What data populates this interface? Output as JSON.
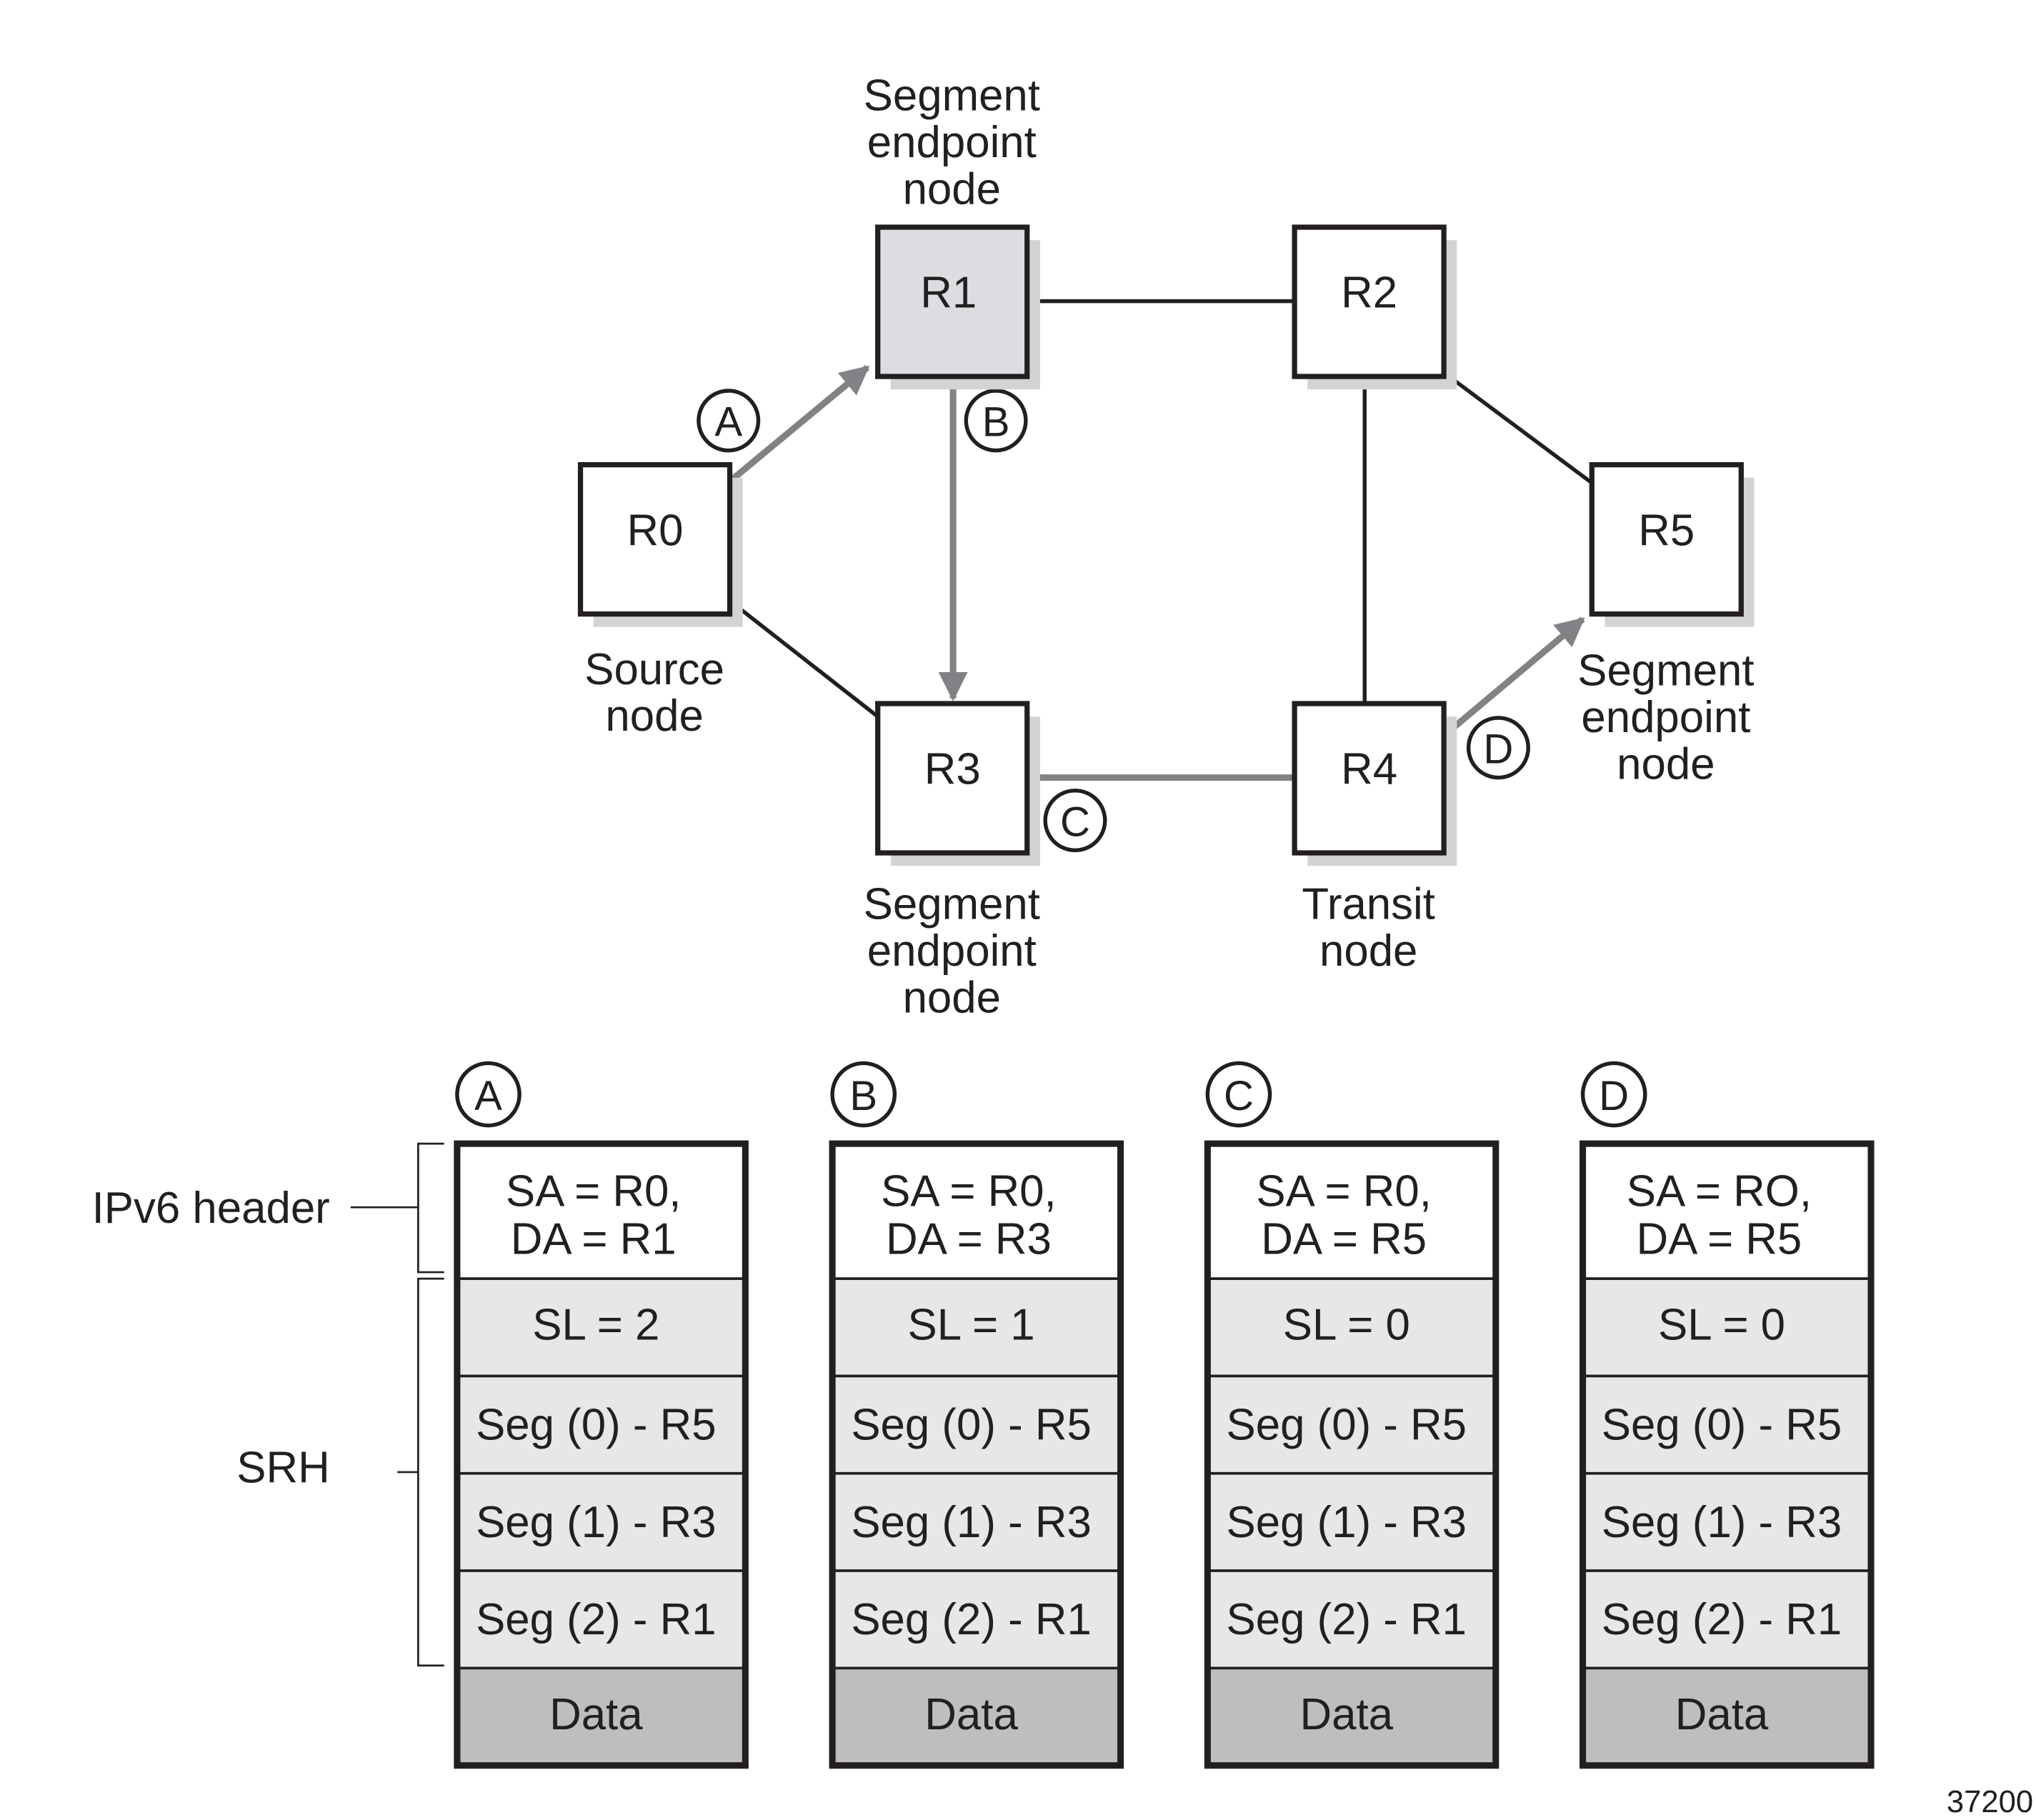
{
  "colors": {
    "line": "#231f20",
    "path": "#808285",
    "shadow": "#d1d3d4",
    "highlight": "#dcdde0",
    "srh": "#e6e7e8",
    "data": "#bcbec0"
  },
  "nodes": [
    {
      "id": "R0",
      "label": "R0",
      "highlighted": false
    },
    {
      "id": "R1",
      "label": "R1",
      "highlighted": true
    },
    {
      "id": "R2",
      "label": "R2",
      "highlighted": false
    },
    {
      "id": "R3",
      "label": "R3",
      "highlighted": false
    },
    {
      "id": "R4",
      "label": "R4",
      "highlighted": false
    },
    {
      "id": "R5",
      "label": "R5",
      "highlighted": false
    }
  ],
  "node_labels": {
    "r1": [
      "Segment",
      "endpoint",
      "node"
    ],
    "r0": [
      "Source",
      "node"
    ],
    "r3": [
      "Segment",
      "endpoint",
      "node"
    ],
    "r4": [
      "Transit",
      "node"
    ],
    "r5": [
      "Segment",
      "endpoint",
      "node"
    ]
  },
  "links": [
    [
      "R1",
      "R2"
    ],
    [
      "R2",
      "R5"
    ],
    [
      "R2",
      "R4"
    ],
    [
      "R0",
      "R3"
    ]
  ],
  "path_hops": [
    {
      "marker": "A",
      "from": "R0",
      "to": "R1"
    },
    {
      "marker": "B",
      "from": "R1",
      "to": "R3"
    },
    {
      "marker": "C",
      "from": "R3",
      "to": "R4"
    },
    {
      "marker": "D",
      "from": "R4",
      "to": "R5"
    }
  ],
  "side_labels": {
    "ipv6": "IPv6 header",
    "srh": "SRH"
  },
  "packets": [
    {
      "marker": "A",
      "header": [
        "SA = R0,",
        "DA = R1"
      ],
      "sl": "SL = 2",
      "segs": [
        "Seg (0) - R5",
        "Seg (1) - R3",
        "Seg (2) - R1"
      ],
      "data": "Data"
    },
    {
      "marker": "B",
      "header": [
        "SA = R0,",
        "DA = R3"
      ],
      "sl": "SL = 1",
      "segs": [
        "Seg (0) - R5",
        "Seg (1) - R3",
        "Seg (2) - R1"
      ],
      "data": "Data"
    },
    {
      "marker": "C",
      "header": [
        "SA = R0,",
        "DA = R5"
      ],
      "sl": "SL = 0",
      "segs": [
        "Seg (0) - R5",
        "Seg (1) - R3",
        "Seg (2) - R1"
      ],
      "data": "Data"
    },
    {
      "marker": "D",
      "header": [
        "SA = RO,",
        "DA = R5"
      ],
      "sl": "SL = 0",
      "segs": [
        "Seg (0) - R5",
        "Seg (1) - R3",
        "Seg (2) - R1"
      ],
      "data": "Data"
    }
  ],
  "figure_number": "37200"
}
